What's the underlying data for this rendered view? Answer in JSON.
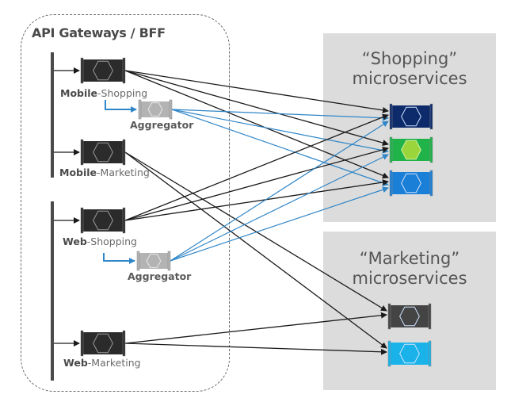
{
  "gateway_group": {
    "title": "API Gateways / BFF"
  },
  "gateways": [
    {
      "id": "mobile-shopping",
      "bold": "Mobile",
      "rest": "-Shopping",
      "color": "#2b2b2b"
    },
    {
      "id": "mobile-marketing",
      "bold": "Mobile",
      "rest": "-Marketing",
      "color": "#2b2b2b"
    },
    {
      "id": "web-shopping",
      "bold": "Web",
      "rest": "-Shopping",
      "color": "#2b2b2b"
    },
    {
      "id": "web-marketing",
      "bold": "Web",
      "rest": "-Marketing",
      "color": "#2b2b2b"
    }
  ],
  "aggregators": [
    {
      "id": "mobile-aggregator",
      "label": "Aggregator",
      "color": "#b3b3b3"
    },
    {
      "id": "web-aggregator",
      "label": "Aggregator",
      "color": "#b3b3b3"
    }
  ],
  "panels": {
    "shopping": {
      "title_line1": "“Shopping”",
      "title_line2": "microservices"
    },
    "marketing": {
      "title_line1": "“Marketing”",
      "title_line2": "microservices"
    }
  },
  "microservices": [
    {
      "id": "shopping-1",
      "group": "shopping",
      "color": "#0d2a6b",
      "hex_fill": "none"
    },
    {
      "id": "shopping-2",
      "group": "shopping",
      "color": "#1fb34a",
      "hex_fill": "#9ad53b"
    },
    {
      "id": "shopping-3",
      "group": "shopping",
      "color": "#1a7fd6",
      "hex_fill": "none"
    },
    {
      "id": "marketing-1",
      "group": "marketing",
      "color": "#444444",
      "hex_fill": "none"
    },
    {
      "id": "marketing-2",
      "group": "marketing",
      "color": "#19b3ea",
      "hex_fill": "none"
    }
  ],
  "connections": [
    {
      "from": "mobile-shopping",
      "to": "shopping-1",
      "kind": "direct"
    },
    {
      "from": "mobile-shopping",
      "to": "shopping-2",
      "kind": "direct"
    },
    {
      "from": "mobile-shopping",
      "to": "shopping-3",
      "kind": "direct"
    },
    {
      "from": "mobile-aggregator",
      "to": "shopping-1",
      "kind": "aggregated"
    },
    {
      "from": "mobile-aggregator",
      "to": "shopping-2",
      "kind": "aggregated"
    },
    {
      "from": "mobile-aggregator",
      "to": "shopping-3",
      "kind": "aggregated"
    },
    {
      "from": "mobile-marketing",
      "to": "marketing-1",
      "kind": "direct"
    },
    {
      "from": "mobile-marketing",
      "to": "marketing-2",
      "kind": "direct"
    },
    {
      "from": "web-shopping",
      "to": "shopping-1",
      "kind": "direct"
    },
    {
      "from": "web-shopping",
      "to": "shopping-2",
      "kind": "direct"
    },
    {
      "from": "web-shopping",
      "to": "shopping-3",
      "kind": "direct"
    },
    {
      "from": "web-aggregator",
      "to": "shopping-1",
      "kind": "aggregated"
    },
    {
      "from": "web-aggregator",
      "to": "shopping-2",
      "kind": "aggregated"
    },
    {
      "from": "web-aggregator",
      "to": "shopping-3",
      "kind": "aggregated"
    },
    {
      "from": "web-marketing",
      "to": "marketing-1",
      "kind": "direct"
    },
    {
      "from": "web-marketing",
      "to": "marketing-2",
      "kind": "direct"
    }
  ],
  "line_colors": {
    "direct": "#1a1a1a",
    "aggregated": "#2f86c8"
  }
}
